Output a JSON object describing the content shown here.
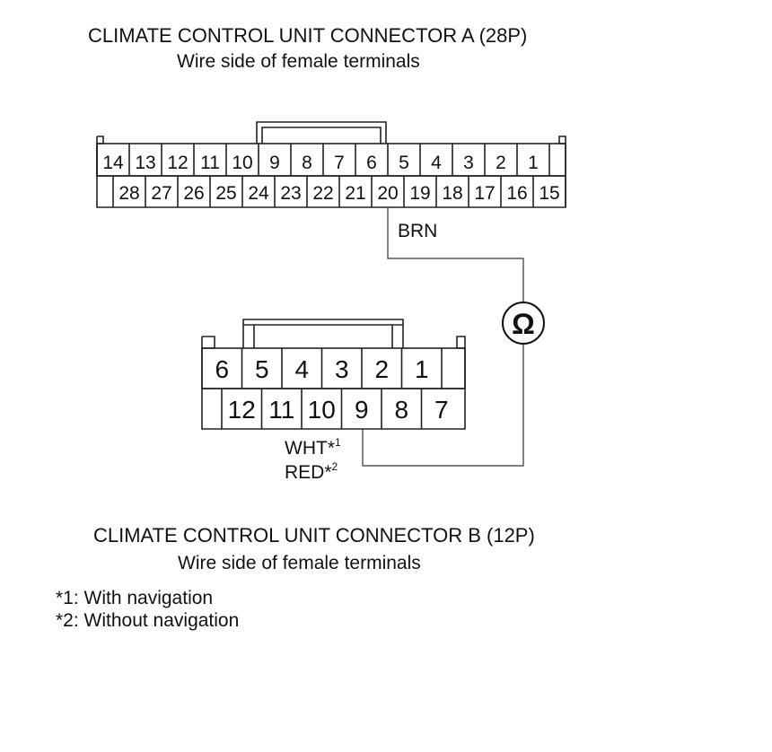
{
  "connector_a": {
    "title": "CLIMATE CONTROL UNIT CONNECTOR A (28P)",
    "subtitle": "Wire side of female terminals",
    "row1_pins": [
      "14",
      "13",
      "12",
      "11",
      "10",
      "9",
      "8",
      "7",
      "6",
      "5",
      "4",
      "3",
      "2",
      "1"
    ],
    "row2_pins": [
      "28",
      "27",
      "26",
      "25",
      "24",
      "23",
      "22",
      "21",
      "20",
      "19",
      "18",
      "17",
      "16",
      "15"
    ],
    "wire_color": "BRN"
  },
  "connector_b": {
    "title": "CLIMATE CONTROL UNIT CONNECTOR B (12P)",
    "subtitle": "Wire side of female terminals",
    "row1_pins": [
      "6",
      "5",
      "4",
      "3",
      "2",
      "1"
    ],
    "row2_pins": [
      "12",
      "11",
      "10",
      "9",
      "8",
      "7"
    ],
    "wire_color_1": "WHT*",
    "wire_color_1_mark": "1",
    "wire_color_2": "RED*",
    "wire_color_2_mark": "2"
  },
  "meter": {
    "symbol": "Ω",
    "icon": "ohmmeter-icon"
  },
  "notes": [
    "*1: With navigation",
    "*2: Without navigation"
  ]
}
